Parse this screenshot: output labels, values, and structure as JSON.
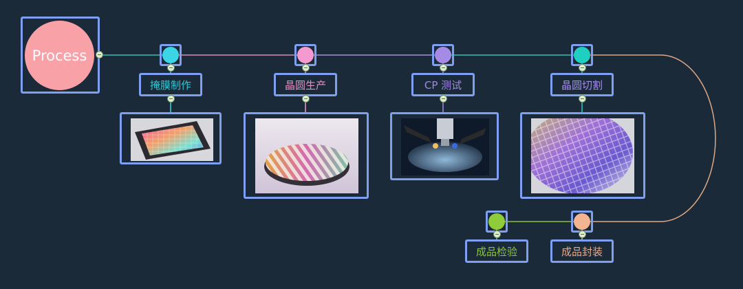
{
  "root": {
    "label": "Process"
  },
  "steps": [
    {
      "label": "掩膜制作",
      "color": "#3ad6e6",
      "text_color": "#34c7d6",
      "image": "photomask-photo"
    },
    {
      "label": "晶圆生产",
      "color": "#f59ad0",
      "text_color": "#e58fc4",
      "image": "wafer-photo"
    },
    {
      "label": "CP 测试",
      "color": "#a58be6",
      "text_color": "#9f8ae0",
      "image": "probe-test-photo"
    },
    {
      "label": "晶圆切割",
      "color": "#1fd0c2",
      "text_color": "#a48cea",
      "image": "wafer-dicing-photo"
    },
    {
      "label": "成品封装",
      "color": "#f2b491",
      "text_color": "#e8aa88"
    },
    {
      "label": "成品检验",
      "color": "#8fcc3a",
      "text_color": "#8cc43c"
    }
  ],
  "colors": {
    "background": "#1b2a38",
    "selection_border": "#7f9ff0",
    "connector_teal": "#2fbfb0",
    "connector_pink": "#d98ab8",
    "connector_lavender": "#a892d6",
    "connector_peach": "#e0a882",
    "connector_green": "#8fc23a"
  }
}
